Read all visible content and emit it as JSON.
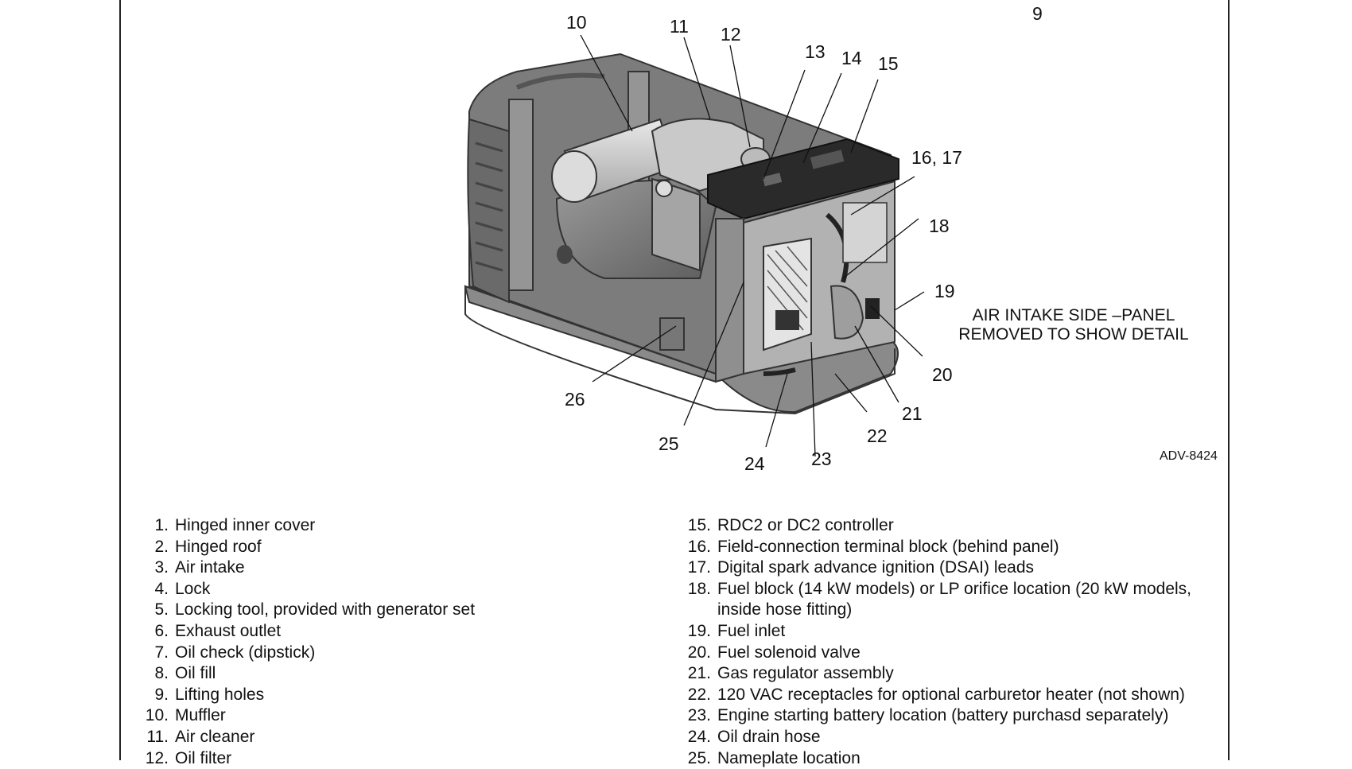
{
  "figure": {
    "callouts": [
      {
        "label": "9"
      },
      {
        "label": "10"
      },
      {
        "label": "11"
      },
      {
        "label": "12"
      },
      {
        "label": "13"
      },
      {
        "label": "14"
      },
      {
        "label": "15"
      },
      {
        "label": "16, 17"
      },
      {
        "label": "18"
      },
      {
        "label": "19"
      },
      {
        "label": "20"
      },
      {
        "label": "21"
      },
      {
        "label": "22"
      },
      {
        "label": "23"
      },
      {
        "label": "24"
      },
      {
        "label": "25"
      },
      {
        "label": "26"
      }
    ],
    "note_line1": "AIR INTAKE SIDE –PANEL",
    "note_line2": "REMOVED TO SHOW DETAIL",
    "figure_ref": "ADV-8424"
  },
  "legend": {
    "left": [
      {
        "num": "1.",
        "text": "Hinged inner cover"
      },
      {
        "num": "2.",
        "text": "Hinged roof"
      },
      {
        "num": "3.",
        "text": "Air intake"
      },
      {
        "num": "4.",
        "text": "Lock"
      },
      {
        "num": "5.",
        "text": "Locking tool, provided with generator set"
      },
      {
        "num": "6.",
        "text": "Exhaust outlet"
      },
      {
        "num": "7.",
        "text": "Oil check (dipstick)"
      },
      {
        "num": "8.",
        "text": "Oil fill"
      },
      {
        "num": "9.",
        "text": "Lifting holes"
      },
      {
        "num": "10.",
        "text": "Muffler"
      },
      {
        "num": "11.",
        "text": "Air cleaner"
      },
      {
        "num": "12.",
        "text": "Oil filter"
      }
    ],
    "right": [
      {
        "num": "15.",
        "text": "RDC2 or DC2 controller"
      },
      {
        "num": "16.",
        "text": "Field-connection terminal block (behind panel)"
      },
      {
        "num": "17.",
        "text": "Digital spark advance ignition (DSAI) leads"
      },
      {
        "num": "18.",
        "text": "Fuel block (14 kW models) or LP orifice location (20 kW models,"
      },
      {
        "num": "",
        "text": "inside hose fitting)"
      },
      {
        "num": "19.",
        "text": "Fuel inlet"
      },
      {
        "num": "20.",
        "text": "Fuel solenoid valve"
      },
      {
        "num": "21.",
        "text": "Gas regulator assembly"
      },
      {
        "num": "22.",
        "text": "120 VAC receptacles for optional carburetor heater (not shown)"
      },
      {
        "num": "23.",
        "text": "Engine starting battery location (battery purchasd separately)"
      },
      {
        "num": "24.",
        "text": "Oil drain hose"
      },
      {
        "num": "25.",
        "text": "Nameplate location"
      }
    ]
  }
}
